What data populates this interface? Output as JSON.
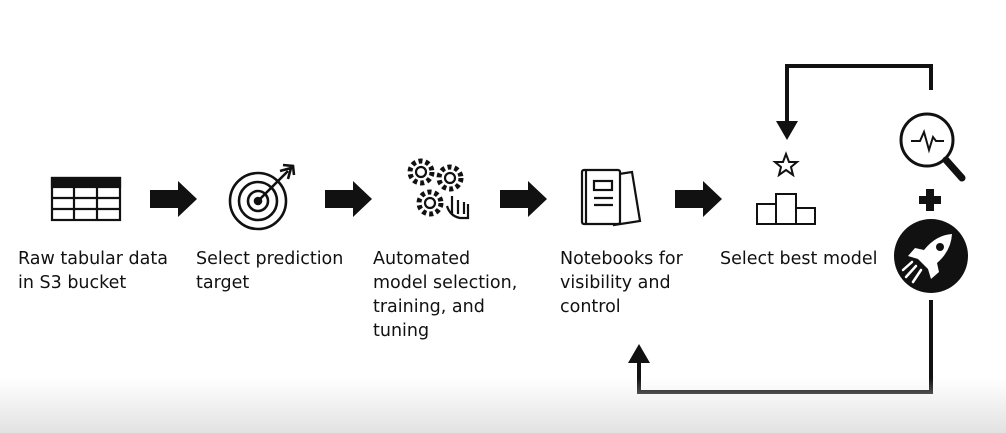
{
  "steps": [
    {
      "label": "Raw tabular data\nin S3 bucket",
      "icon": "table-icon"
    },
    {
      "label": "Select prediction\ntarget",
      "icon": "target-icon"
    },
    {
      "label": "Automated\nmodel selection,\ntraining, and\ntuning",
      "icon": "gears-icon"
    },
    {
      "label": "Notebooks for\nvisibility and\ncontrol",
      "icon": "notebooks-icon"
    },
    {
      "label": "Select best model",
      "icon": "podium-star-icon"
    }
  ],
  "extra_icons": [
    "monitor-magnifier-icon",
    "plus-icon",
    "rocket-icon"
  ],
  "colors": {
    "ink": "#111111",
    "background": "#ffffff",
    "rocket_circle": "#111111"
  }
}
